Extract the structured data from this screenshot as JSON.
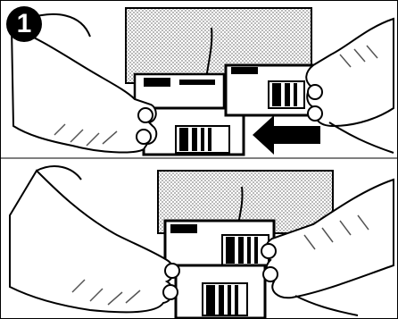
{
  "figure": {
    "step_number": "1",
    "panels": [
      {
        "role": "pushing-module-into-holder"
      },
      {
        "role": "module-seated-in-holder"
      }
    ],
    "icons": {
      "step_badge": "numbered-step-circle",
      "direction_arrow": "left-arrow-icon"
    },
    "colors": {
      "ink": "#000000",
      "paper": "#ffffff",
      "screen_dots": "#9a9a9a"
    }
  }
}
